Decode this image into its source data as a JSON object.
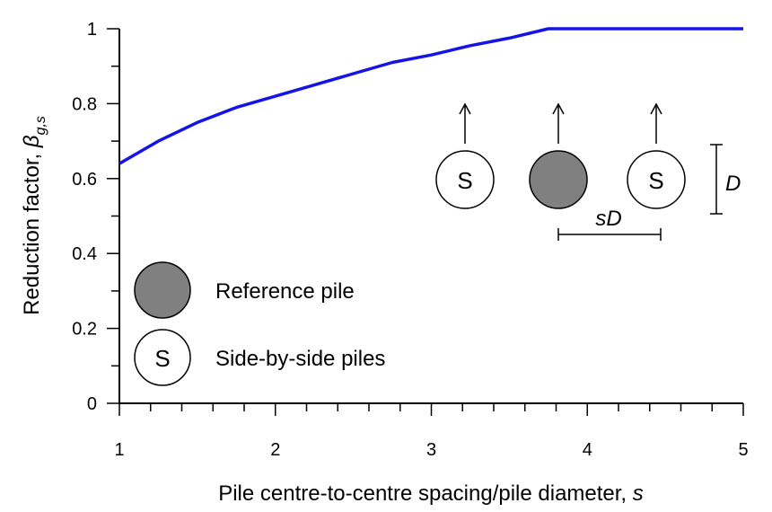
{
  "chart_data": {
    "type": "line",
    "xlabel_text": "Pile centre-to-centre spacing/pile diameter, ",
    "xlabel_var": "s",
    "ylabel_text": "Reduction factor, ",
    "ylabel_symbol": "β",
    "ylabel_subscript": "g,s",
    "xlim": [
      1,
      5
    ],
    "ylim": [
      0,
      1
    ],
    "x_ticks": [
      "1",
      "2",
      "3",
      "4",
      "5"
    ],
    "y_ticks": [
      "0",
      "0.2",
      "0.4",
      "0.6",
      "0.8",
      "1"
    ],
    "grid": false,
    "line_color": "#1414e6",
    "series": [
      {
        "x": [
          1.0,
          1.25,
          1.5,
          1.75,
          2.0,
          2.25,
          2.5,
          2.75,
          3.0,
          3.25,
          3.5,
          3.75,
          4.0,
          4.25,
          4.5,
          4.75,
          5.0
        ],
        "y": [
          0.64,
          0.7,
          0.75,
          0.79,
          0.82,
          0.85,
          0.88,
          0.91,
          0.93,
          0.955,
          0.975,
          1.0,
          1.0,
          1.0,
          1.0,
          1.0,
          1.0
        ]
      }
    ]
  },
  "legend": {
    "reference_label": "Reference pile",
    "side_label": "Side-by-side piles",
    "side_symbol": "S"
  },
  "schematic": {
    "pile_letter": "S",
    "spacing_label": "sD",
    "diameter_label": "D",
    "reference_fill": "#808080"
  }
}
